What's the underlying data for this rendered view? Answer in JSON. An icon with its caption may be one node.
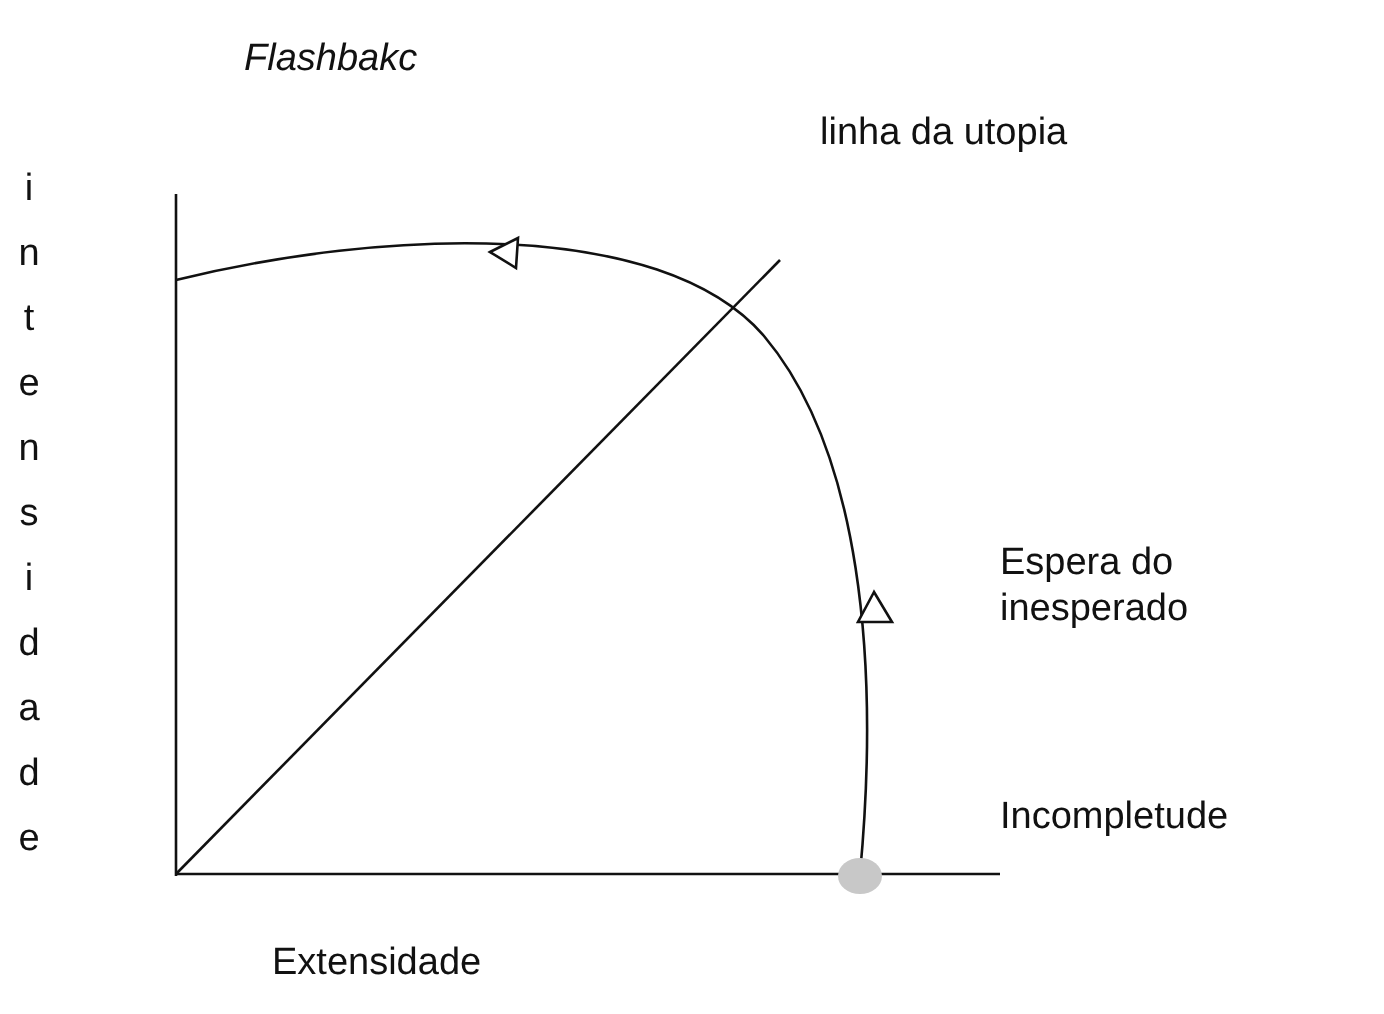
{
  "diagram": {
    "title": "Flashbakc",
    "labels": [
      "intensidade",
      "linha da utopia",
      "Espera do inesperado",
      "Incompletude",
      "Extensidade"
    ]
  }
}
